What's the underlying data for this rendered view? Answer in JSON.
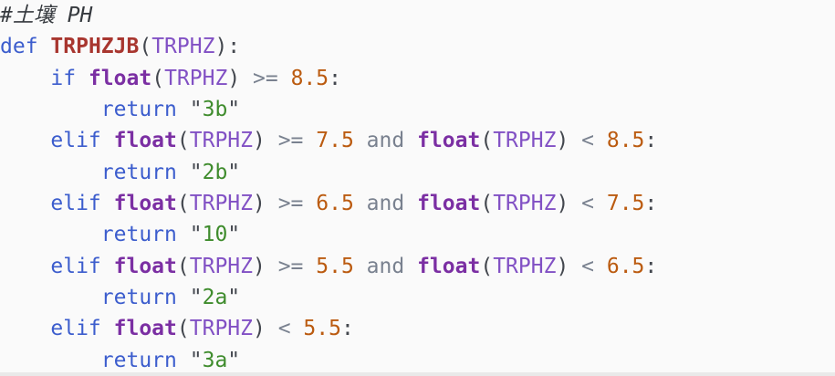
{
  "page": {
    "background": "#fafafa",
    "bottom_strip_color": "#e9e9e9"
  },
  "colors": {
    "comment": "#35393e",
    "keyword": "#3c5dcd",
    "builtin": "#7b2fa3",
    "function_name": "#a8362f",
    "variable": "#8150c4",
    "number": "#bb5b10",
    "operator": "#79818f",
    "punctuation": "#43474e",
    "string_quote": "#43474e",
    "string_content": "#3f8c2d"
  },
  "code": {
    "language": "python",
    "comment_text": "#土壤 PH",
    "function_name": "TRPHZJB",
    "parameter": "TRPHZ",
    "lines": [
      [
        [
          "com",
          "#土壤 PH"
        ]
      ],
      [
        [
          "kw",
          "def"
        ],
        [
          "pu",
          " "
        ],
        [
          "fn",
          "TRPHZJB"
        ],
        [
          "pu",
          "("
        ],
        [
          "var",
          "TRPHZ"
        ],
        [
          "pu",
          "):"
        ]
      ],
      [
        [
          "pu",
          "    "
        ],
        [
          "kw",
          "if"
        ],
        [
          "pu",
          " "
        ],
        [
          "bi",
          "float"
        ],
        [
          "pu",
          "("
        ],
        [
          "var",
          "TRPHZ"
        ],
        [
          "pu",
          ") "
        ],
        [
          "op",
          ">="
        ],
        [
          "pu",
          " "
        ],
        [
          "num",
          "8.5"
        ],
        [
          "pu",
          ":"
        ]
      ],
      [
        [
          "pu",
          "        "
        ],
        [
          "kw",
          "return"
        ],
        [
          "pu",
          " "
        ],
        [
          "sq",
          "\""
        ],
        [
          "ss",
          "3b"
        ],
        [
          "sq",
          "\""
        ]
      ],
      [
        [
          "pu",
          "    "
        ],
        [
          "kw",
          "elif"
        ],
        [
          "pu",
          " "
        ],
        [
          "bi",
          "float"
        ],
        [
          "pu",
          "("
        ],
        [
          "var",
          "TRPHZ"
        ],
        [
          "pu",
          ") "
        ],
        [
          "op",
          ">="
        ],
        [
          "pu",
          " "
        ],
        [
          "num",
          "7.5"
        ],
        [
          "pu",
          " "
        ],
        [
          "op",
          "and"
        ],
        [
          "pu",
          " "
        ],
        [
          "bi",
          "float"
        ],
        [
          "pu",
          "("
        ],
        [
          "var",
          "TRPHZ"
        ],
        [
          "pu",
          ") "
        ],
        [
          "op",
          "<"
        ],
        [
          "pu",
          " "
        ],
        [
          "num",
          "8.5"
        ],
        [
          "pu",
          ":"
        ]
      ],
      [
        [
          "pu",
          "        "
        ],
        [
          "kw",
          "return"
        ],
        [
          "pu",
          " "
        ],
        [
          "sq",
          "\""
        ],
        [
          "ss",
          "2b"
        ],
        [
          "sq",
          "\""
        ]
      ],
      [
        [
          "pu",
          "    "
        ],
        [
          "kw",
          "elif"
        ],
        [
          "pu",
          " "
        ],
        [
          "bi",
          "float"
        ],
        [
          "pu",
          "("
        ],
        [
          "var",
          "TRPHZ"
        ],
        [
          "pu",
          ") "
        ],
        [
          "op",
          ">="
        ],
        [
          "pu",
          " "
        ],
        [
          "num",
          "6.5"
        ],
        [
          "pu",
          " "
        ],
        [
          "op",
          "and"
        ],
        [
          "pu",
          " "
        ],
        [
          "bi",
          "float"
        ],
        [
          "pu",
          "("
        ],
        [
          "var",
          "TRPHZ"
        ],
        [
          "pu",
          ") "
        ],
        [
          "op",
          "<"
        ],
        [
          "pu",
          " "
        ],
        [
          "num",
          "7.5"
        ],
        [
          "pu",
          ":"
        ]
      ],
      [
        [
          "pu",
          "        "
        ],
        [
          "kw",
          "return"
        ],
        [
          "pu",
          " "
        ],
        [
          "sq",
          "\""
        ],
        [
          "ss",
          "10"
        ],
        [
          "sq",
          "\""
        ]
      ],
      [
        [
          "pu",
          "    "
        ],
        [
          "kw",
          "elif"
        ],
        [
          "pu",
          " "
        ],
        [
          "bi",
          "float"
        ],
        [
          "pu",
          "("
        ],
        [
          "var",
          "TRPHZ"
        ],
        [
          "pu",
          ") "
        ],
        [
          "op",
          ">="
        ],
        [
          "pu",
          " "
        ],
        [
          "num",
          "5.5"
        ],
        [
          "pu",
          " "
        ],
        [
          "op",
          "and"
        ],
        [
          "pu",
          " "
        ],
        [
          "bi",
          "float"
        ],
        [
          "pu",
          "("
        ],
        [
          "var",
          "TRPHZ"
        ],
        [
          "pu",
          ") "
        ],
        [
          "op",
          "<"
        ],
        [
          "pu",
          " "
        ],
        [
          "num",
          "6.5"
        ],
        [
          "pu",
          ":"
        ]
      ],
      [
        [
          "pu",
          "        "
        ],
        [
          "kw",
          "return"
        ],
        [
          "pu",
          " "
        ],
        [
          "sq",
          "\""
        ],
        [
          "ss",
          "2a"
        ],
        [
          "sq",
          "\""
        ]
      ],
      [
        [
          "pu",
          "    "
        ],
        [
          "kw",
          "elif"
        ],
        [
          "pu",
          " "
        ],
        [
          "bi",
          "float"
        ],
        [
          "pu",
          "("
        ],
        [
          "var",
          "TRPHZ"
        ],
        [
          "pu",
          ") "
        ],
        [
          "op",
          "<"
        ],
        [
          "pu",
          " "
        ],
        [
          "num",
          "5.5"
        ],
        [
          "pu",
          ":"
        ]
      ],
      [
        [
          "pu",
          "        "
        ],
        [
          "kw",
          "return"
        ],
        [
          "pu",
          " "
        ],
        [
          "sq",
          "\""
        ],
        [
          "ss",
          "3a"
        ],
        [
          "sq",
          "\""
        ]
      ]
    ]
  }
}
